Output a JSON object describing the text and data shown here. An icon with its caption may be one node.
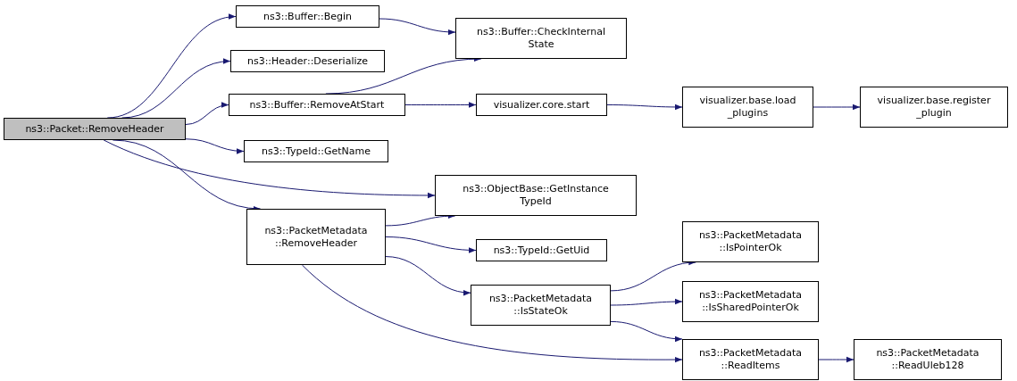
{
  "diagram": {
    "nodes": [
      {
        "text": [
          "ns3::Packet::RemoveHeader"
        ]
      },
      {
        "text": [
          "ns3::Buffer::Begin"
        ]
      },
      {
        "text": [
          "ns3::Header::Deserialize"
        ]
      },
      {
        "text": [
          "ns3::Buffer::RemoveAtStart"
        ]
      },
      {
        "text": [
          "ns3::TypeId::GetName"
        ]
      },
      {
        "text": [
          "ns3::PacketMetadata ::RemoveHeader"
        ]
      },
      {
        "text": [
          "ns3::Buffer::CheckInternal State"
        ]
      },
      {
        "text": [
          "visualizer.core.start"
        ]
      },
      {
        "text": [
          "ns3::ObjectBase::GetInstance TypeId"
        ]
      },
      {
        "text": [
          "ns3::TypeId::GetUid"
        ]
      },
      {
        "text": [
          "ns3::PacketMetadata ::IsStateOk"
        ]
      },
      {
        "text": [
          "visualizer.base.load _plugins"
        ]
      },
      {
        "text": [
          "visualizer.base.register _plugin"
        ]
      },
      {
        "text": [
          "ns3::PacketMetadata ::IsPointerOk"
        ]
      },
      {
        "text": [
          "ns3::PacketMetadata ::IsSharedPointerOk"
        ]
      },
      {
        "text": [
          "ns3::PacketMetadata ::ReadItems"
        ]
      },
      {
        "text": [
          "ns3::PacketMetadata ::ReadUleb128"
        ]
      }
    ],
    "edges": [
      {
        "from": 0,
        "to": 1,
        "arrow": "to"
      },
      {
        "from": 0,
        "to": 2,
        "arrow": "to"
      },
      {
        "from": 0,
        "to": 3,
        "arrow": "to"
      },
      {
        "from": 0,
        "to": 4,
        "arrow": "to"
      },
      {
        "from": 0,
        "to": 8,
        "arrow": "to"
      },
      {
        "from": 0,
        "to": 5,
        "arrow": "to"
      },
      {
        "from": 1,
        "to": 6,
        "arrow": "to"
      },
      {
        "from": 3,
        "to": 6,
        "arrow": "to"
      },
      {
        "from": 3,
        "to": 7,
        "arrow": "to"
      },
      {
        "from": 7,
        "to": 11,
        "arrow": "to"
      },
      {
        "from": 11,
        "to": 12,
        "arrow": "to"
      },
      {
        "from": 5,
        "to": 8,
        "arrow": "to"
      },
      {
        "from": 5,
        "to": 9,
        "arrow": "to"
      },
      {
        "from": 5,
        "to": 10,
        "arrow": "to"
      },
      {
        "from": 5,
        "to": 15,
        "arrow": "to"
      },
      {
        "from": 10,
        "to": 13,
        "arrow": "to"
      },
      {
        "from": 10,
        "to": 14,
        "arrow": "to"
      },
      {
        "from": 10,
        "to": 15,
        "arrow": "to"
      },
      {
        "from": 15,
        "to": 16,
        "arrow": "to"
      }
    ]
  }
}
